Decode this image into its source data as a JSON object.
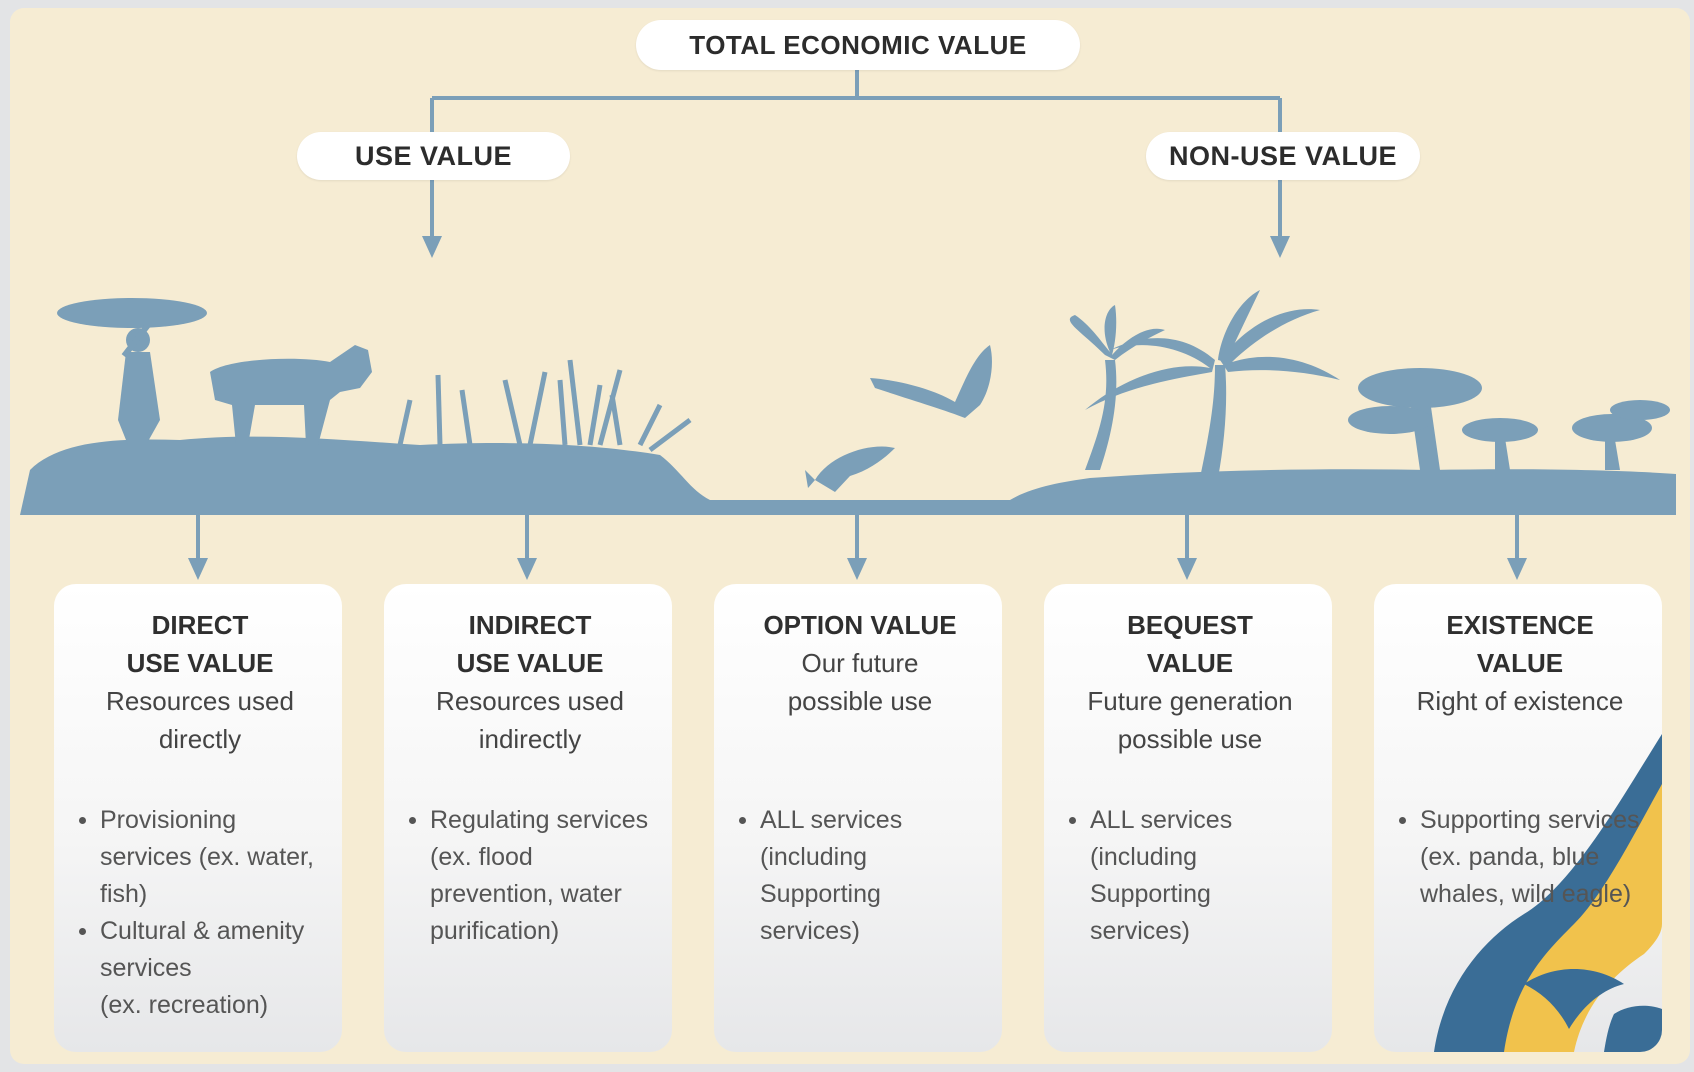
{
  "diagram": {
    "root": "TOTAL ECONOMIC VALUE",
    "branches": {
      "use": "USE VALUE",
      "non_use": "NON-USE VALUE"
    },
    "cards": [
      {
        "title": "DIRECT\nUSE VALUE",
        "subtitle": "Resources used\ndirectly",
        "bullets": [
          "Provisioning\nservices (ex. water,\nfish)",
          "Cultural & amenity\nservices\n(ex. recreation)"
        ]
      },
      {
        "title": "INDIRECT\nUSE VALUE",
        "subtitle": "Resources used\nindirectly",
        "bullets": [
          "Regulating services\n(ex. flood\nprevention, water\npurification)"
        ]
      },
      {
        "title": "OPTION VALUE",
        "subtitle": "Our future\npossible use",
        "bullets": [
          "ALL services\n(including\nSupporting\nservices)"
        ]
      },
      {
        "title": "BEQUEST\nVALUE",
        "subtitle": "Future generation\npossible use",
        "bullets": [
          "ALL services\n(including\nSupporting\nservices)"
        ]
      },
      {
        "title": "EXISTENCE\nVALUE",
        "subtitle": "Right of existence",
        "bullets": [
          "Supporting services\n(ex. panda, blue\nwhales, wild eagle)"
        ]
      }
    ]
  },
  "colors": {
    "background": "#f6ecd3",
    "silhouette": "#7b9fb8",
    "connector": "#7b9fb8",
    "logo_blue": "#3a6d96",
    "logo_yellow": "#f1c24c"
  },
  "icons": [
    "woman-carrying-load-icon",
    "cow-icon",
    "reeds-icon",
    "fish-icon",
    "eagle-icon",
    "palm-tree-icon",
    "acacia-tree-icon",
    "logo-swirl-icon"
  ]
}
